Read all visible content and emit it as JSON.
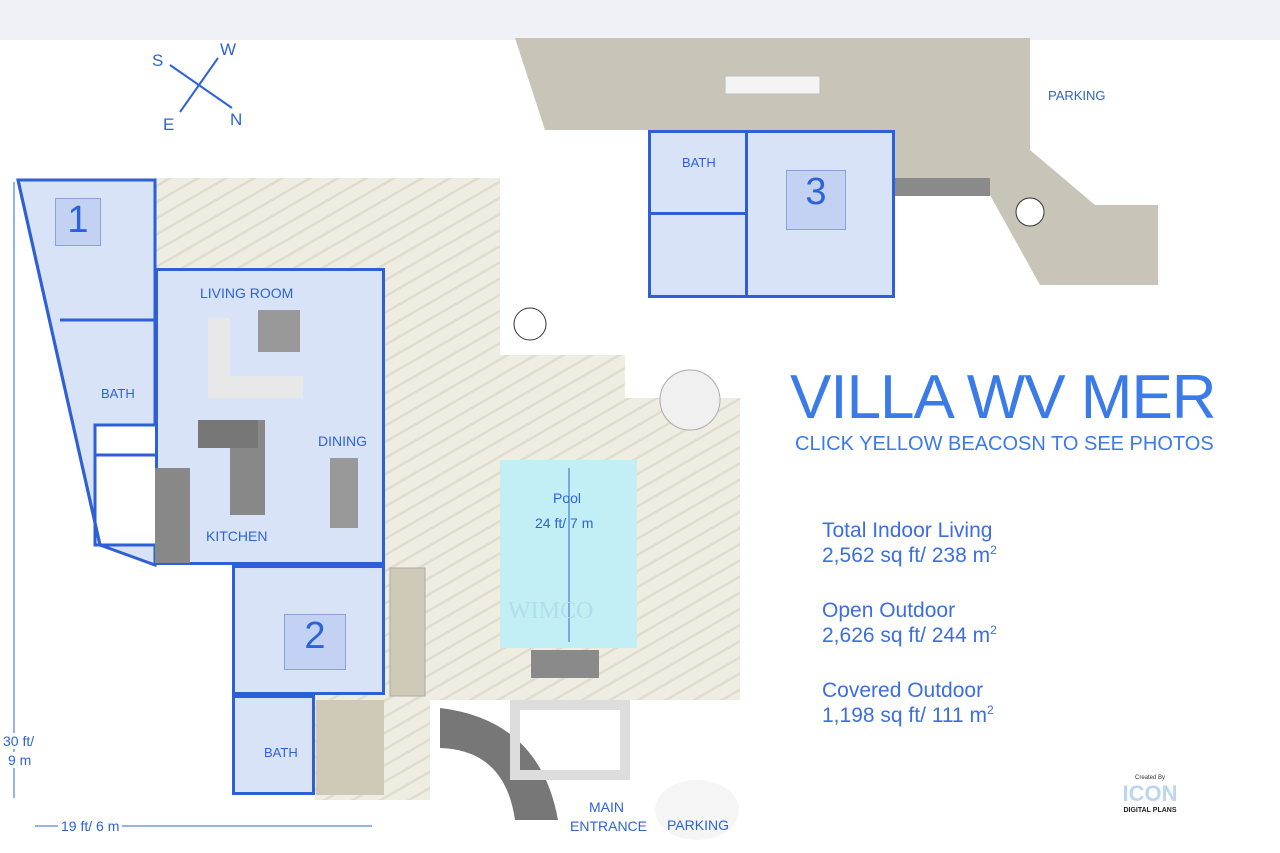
{
  "compass": {
    "s": "S",
    "w": "W",
    "e": "E",
    "n": "N"
  },
  "header": {
    "title": "VILLA WV MER",
    "subtitle": "CLICK YELLOW BEACOSN TO SEE PHOTOS"
  },
  "stats": [
    {
      "label": "Total Indoor Living",
      "value": "2,562 sq ft/ 238 m",
      "sup": "2"
    },
    {
      "label": "Open Outdoor",
      "value": "2,626 sq ft/ 244 m",
      "sup": "2"
    },
    {
      "label": "Covered Outdoor",
      "value": "1,198 sq ft/ 111 m",
      "sup": "2"
    }
  ],
  "rooms": {
    "bedroom1": "1",
    "bedroom2": "2",
    "bedroom3": "3",
    "living": "LIVING ROOM",
    "dining": "DINING",
    "kitchen": "KITCHEN",
    "bath_left": "BATH",
    "bath_bottom": "BATH",
    "bath_top": "BATH",
    "pool": "Pool",
    "pool_dim": "24 ft/ 7 m",
    "parking_top": "PARKING",
    "parking_bottom": "PARKING",
    "main_entrance_1": "MAIN",
    "main_entrance_2": "ENTRANCE"
  },
  "dimensions": {
    "vertical_1": "30 ft/",
    "vertical_2": "9 m",
    "horizontal": "19 ft/ 6 m"
  },
  "watermark": "WIMCO",
  "logo": {
    "created_by": "Created By",
    "brand": "ICON",
    "tagline": "DIGITAL PLANS"
  },
  "colors": {
    "wall": "#2d5fd6",
    "room": "#d9e3f8",
    "deck": "#ebe7da",
    "roof": "#c9c4b8",
    "pool": "#c2eef6",
    "text": "#2d63d8"
  }
}
